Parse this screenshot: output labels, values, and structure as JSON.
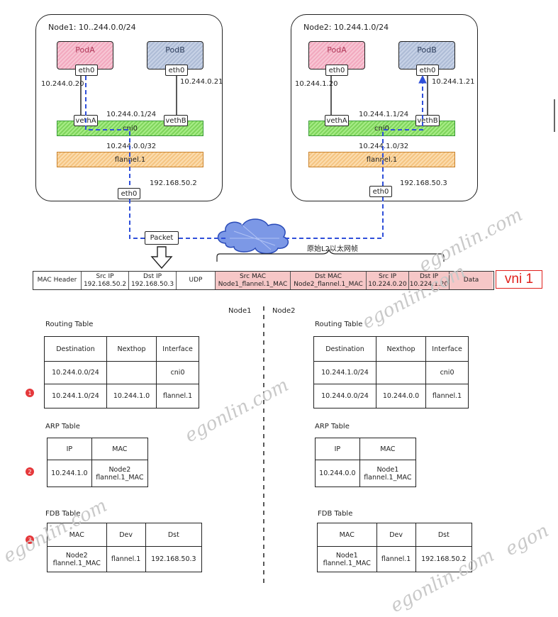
{
  "node1": {
    "title": "Node1: 10..244.0.0/24",
    "pod_a": "PodA",
    "pod_b": "PodB",
    "eth0": "eth0",
    "pod_a_ip": "10.244.0.20",
    "pod_b_ip": "10.244.0.21",
    "veth_a": "vethA",
    "veth_b": "vethB",
    "cni_ip": "10.244.0.1/24",
    "cni": "cni0",
    "flannel_ip": "10.244.0.0/32",
    "flannel": "flannel.1",
    "host_eth": "eth0",
    "host_ip": "192.168.50.2"
  },
  "node2": {
    "title": "Node2: 10.244.1.0/24",
    "pod_a": "PodA",
    "pod_b": "PodB",
    "eth0": "eth0",
    "pod_a_ip": "10.244.1.20",
    "pod_b_ip": "10.244.1.21",
    "veth_a": "vethA",
    "veth_b": "vethB",
    "cni_ip": "10.244.1.1/24",
    "cni": "cni0",
    "flannel_ip": "10.244.1.0/32",
    "flannel": "flannel.1",
    "host_eth": "eth0",
    "host_ip": "192.168.50.3"
  },
  "packet": {
    "label": "Packet",
    "l2_caption": "原始L2以太网帧",
    "vni": "vni 1",
    "cells": [
      {
        "l1": "MAC Header",
        "l2": ""
      },
      {
        "l1": "Src IP",
        "l2": "192.168.50.2"
      },
      {
        "l1": "Dst IP",
        "l2": "192.168.50.3"
      },
      {
        "l1": "UDP",
        "l2": ""
      },
      {
        "l1": "Src MAC",
        "l2": "Node1_flannel.1_MAC"
      },
      {
        "l1": "Dst MAC",
        "l2": "Node2_flannel.1_MAC"
      },
      {
        "l1": "Src IP",
        "l2": "10.224.0.20"
      },
      {
        "l1": "Dst IP",
        "l2": "10.224.1.20"
      },
      {
        "l1": "Data",
        "l2": ""
      }
    ]
  },
  "tables": {
    "node1_label": "Node1",
    "node2_label": "Node2",
    "routing_title": "Routing Table",
    "arp_title": "ARP Table",
    "fdb_title": "FDB Table",
    "routing_headers": [
      "Destination",
      "Nexthop",
      "Interface"
    ],
    "arp_headers": [
      "IP",
      "MAC"
    ],
    "fdb_headers": [
      "MAC",
      "Dev",
      "Dst"
    ],
    "node1_routing": [
      [
        "10.244.0.0/24",
        "",
        "cni0"
      ],
      [
        "10.244.1.0/24",
        "10.244.1.0",
        "flannel.1"
      ]
    ],
    "node2_routing": [
      [
        "10.244.1.0/24",
        "",
        "cni0"
      ],
      [
        "10.244.0.0/24",
        "10.244.0.0",
        "flannel.1"
      ]
    ],
    "node1_arp": [
      [
        "10.244.1.0",
        "Node2",
        "flannel.1_MAC"
      ]
    ],
    "node2_arp": [
      [
        "10.244.0.0",
        "Node1",
        "flannel.1_MAC"
      ]
    ],
    "node1_fdb": [
      [
        "Node2",
        "flannel.1_MAC",
        "flannel.1",
        "192.168.50.3"
      ]
    ],
    "node2_fdb": [
      [
        "Node1",
        "flannel.1_MAC",
        "flannel.1",
        "192.168.50.2"
      ]
    ],
    "badges": [
      "1",
      "2",
      "3"
    ]
  },
  "watermarks": [
    "egonlin.com",
    "egonlin.com",
    "egonlin.com",
    "egonlin.com",
    "egon",
    "egonlin.com"
  ]
}
